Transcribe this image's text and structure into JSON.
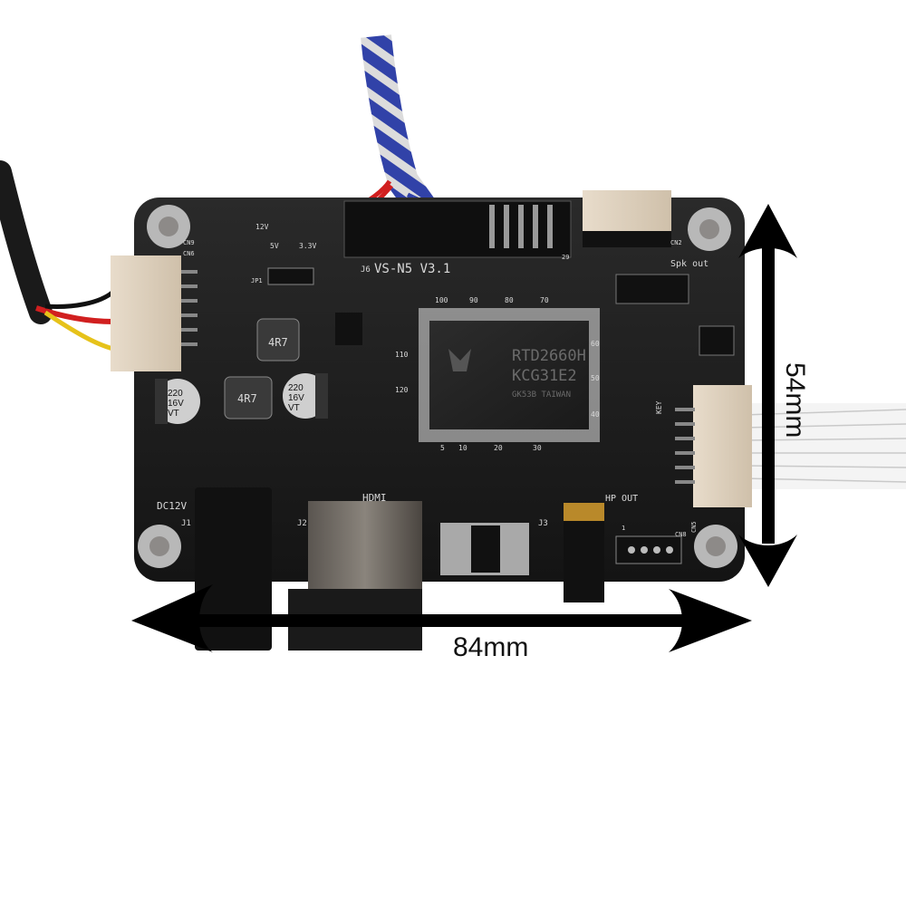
{
  "photo": {
    "subject": "LCD controller board (PCB) with dimension markers",
    "background": "#ffffff",
    "board_color": "#1b1b1b"
  },
  "dimensions": {
    "width_label": "84mm",
    "height_label": "54mm"
  },
  "board": {
    "model": "VS-N5  V3.1",
    "chip": {
      "line1": "RTD2660H",
      "line2": "KCG31E2",
      "line3": "GK53B TAIWAN",
      "pin_labels": [
        "100",
        "90",
        "80",
        "70",
        "60",
        "50",
        "40",
        "30",
        "20",
        "10",
        "5",
        "110",
        "120"
      ]
    },
    "silkscreen": {
      "dc_label": "DC12V",
      "j1": "J1",
      "j2": "J2",
      "j3": "J3",
      "j6": "J6",
      "hdmi": "HDMI",
      "hp_out": "HP OUT",
      "spk_out": "Spk  out",
      "key": "KEY",
      "cn2": "CN2",
      "cn5": "CN5",
      "cn6": "CN6",
      "cn8": "CN8",
      "cn9": "CN9",
      "jp1": "JP1",
      "v12": "12V",
      "v5": "5V",
      "v33": "3.3V",
      "pin29": "29",
      "pin1": "1"
    },
    "capacitors": [
      {
        "l1": "220",
        "l2": "16V",
        "l3": "VT"
      },
      {
        "l1": "220",
        "l2": "16V",
        "l3": "VT"
      }
    ],
    "inductors": [
      "4R7",
      "4R7"
    ]
  }
}
